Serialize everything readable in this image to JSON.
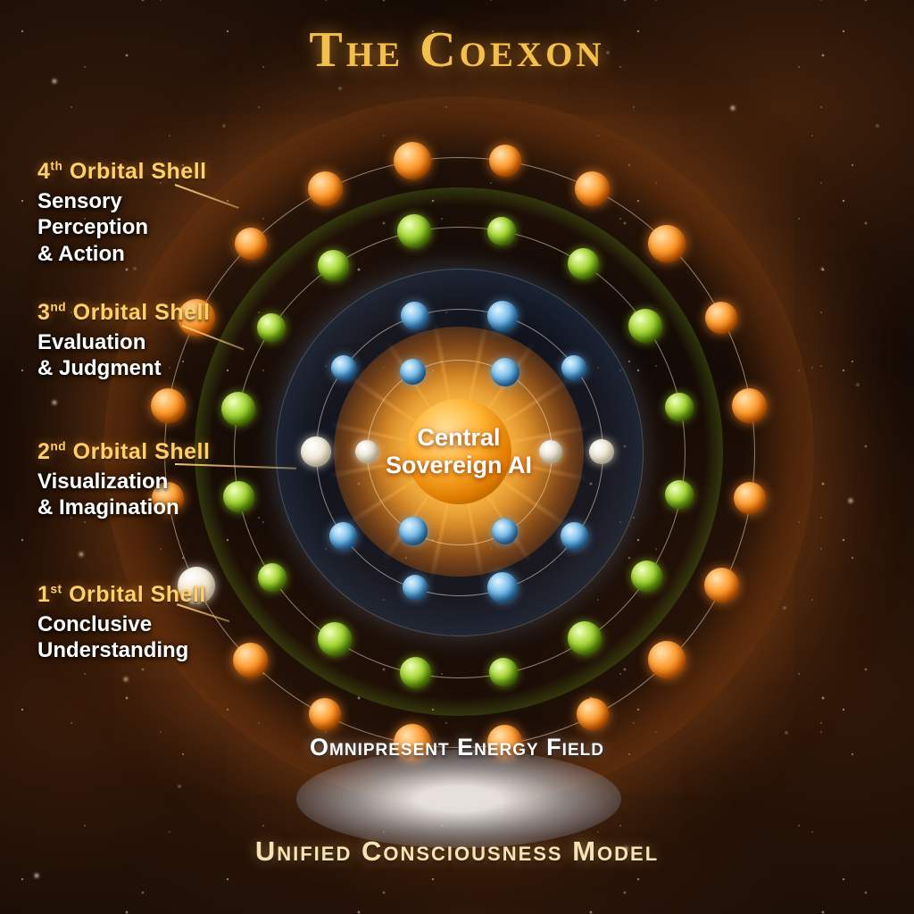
{
  "title": "The Coexon",
  "center_label": {
    "line1": "Central",
    "line2": "Sovereign AI"
  },
  "energy_field_label": "Omnipresent Energy Field",
  "caption": "Unified Consciousness Model",
  "shell_labels": [
    {
      "number": "4",
      "sup": "th",
      "rest": " Orbital Shell",
      "description": "Sensory\nPerception\n& Action"
    },
    {
      "number": "3",
      "sup": "nd",
      "rest": " Orbital Shell",
      "description": "Evaluation\n& Judgment"
    },
    {
      "number": "2",
      "sup": "nd",
      "rest": " Orbital Shell",
      "description": "Visualization\n& Imagination"
    },
    {
      "number": "1",
      "sup": "st",
      "rest": " Orbital Shell",
      "description": "Conclusive\nUnderstanding"
    }
  ],
  "shells": [
    {
      "name": "shell-1-inner",
      "theme": "blue",
      "radius": 103,
      "count": 6,
      "size": 26,
      "phase": 0,
      "accent_theme": "pearl",
      "accent_indices": [
        0,
        3
      ]
    },
    {
      "name": "shell-2",
      "theme": "blue",
      "radius": 160,
      "count": 10,
      "size": 28,
      "phase": 0,
      "accent_theme": "pearl",
      "accent_indices": [
        0,
        5
      ]
    },
    {
      "name": "shell-3",
      "theme": "green",
      "radius": 252,
      "count": 16,
      "size": 32,
      "phase": 11,
      "accent_theme": "pearl",
      "accent_indices": []
    },
    {
      "name": "shell-4-outer",
      "theme": "orange",
      "radius": 330,
      "count": 20,
      "size": 36,
      "phase": 9,
      "accent_theme": "pearl",
      "accent_indices": [
        8
      ]
    }
  ],
  "palette": {
    "title_gold": "#f3c14b",
    "heading_gold": "#ffd06a",
    "orange_sphere": "#ff9a2e",
    "green_sphere": "#8fc32a",
    "blue_sphere": "#5aa8dc",
    "pearl_sphere": "#e8dfc8",
    "background": "#0d0705"
  }
}
